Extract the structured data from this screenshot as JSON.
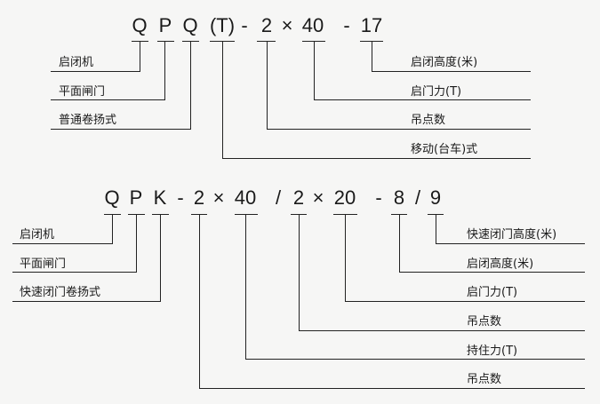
{
  "diagram1": {
    "code_tokens": [
      "Q",
      "P",
      "Q",
      "(T)",
      "-",
      "2",
      "×",
      "40",
      "-",
      "17"
    ],
    "labels_left": [
      "启闭机",
      "平面闸门",
      "普通卷扬式"
    ],
    "labels_right": [
      "启闭高度(米)",
      "启门力(T)",
      "吊点数",
      "移动(台车)式"
    ]
  },
  "diagram2": {
    "code_tokens": [
      "Q",
      "P",
      "K",
      "-",
      "2",
      "×",
      "40",
      "/",
      "2",
      "×",
      "20",
      "-",
      "8",
      "/",
      "9"
    ],
    "labels_left": [
      "启闭机",
      "平面闸门",
      "快速闭门卷扬式"
    ],
    "labels_right": [
      "快速闭门高度(米)",
      "启闭高度(米)",
      "启门力(T)",
      "吊点数",
      "持住力(T)",
      "吊点数"
    ]
  },
  "colors": {
    "line": "#222222",
    "background": "#f6f6f5"
  }
}
